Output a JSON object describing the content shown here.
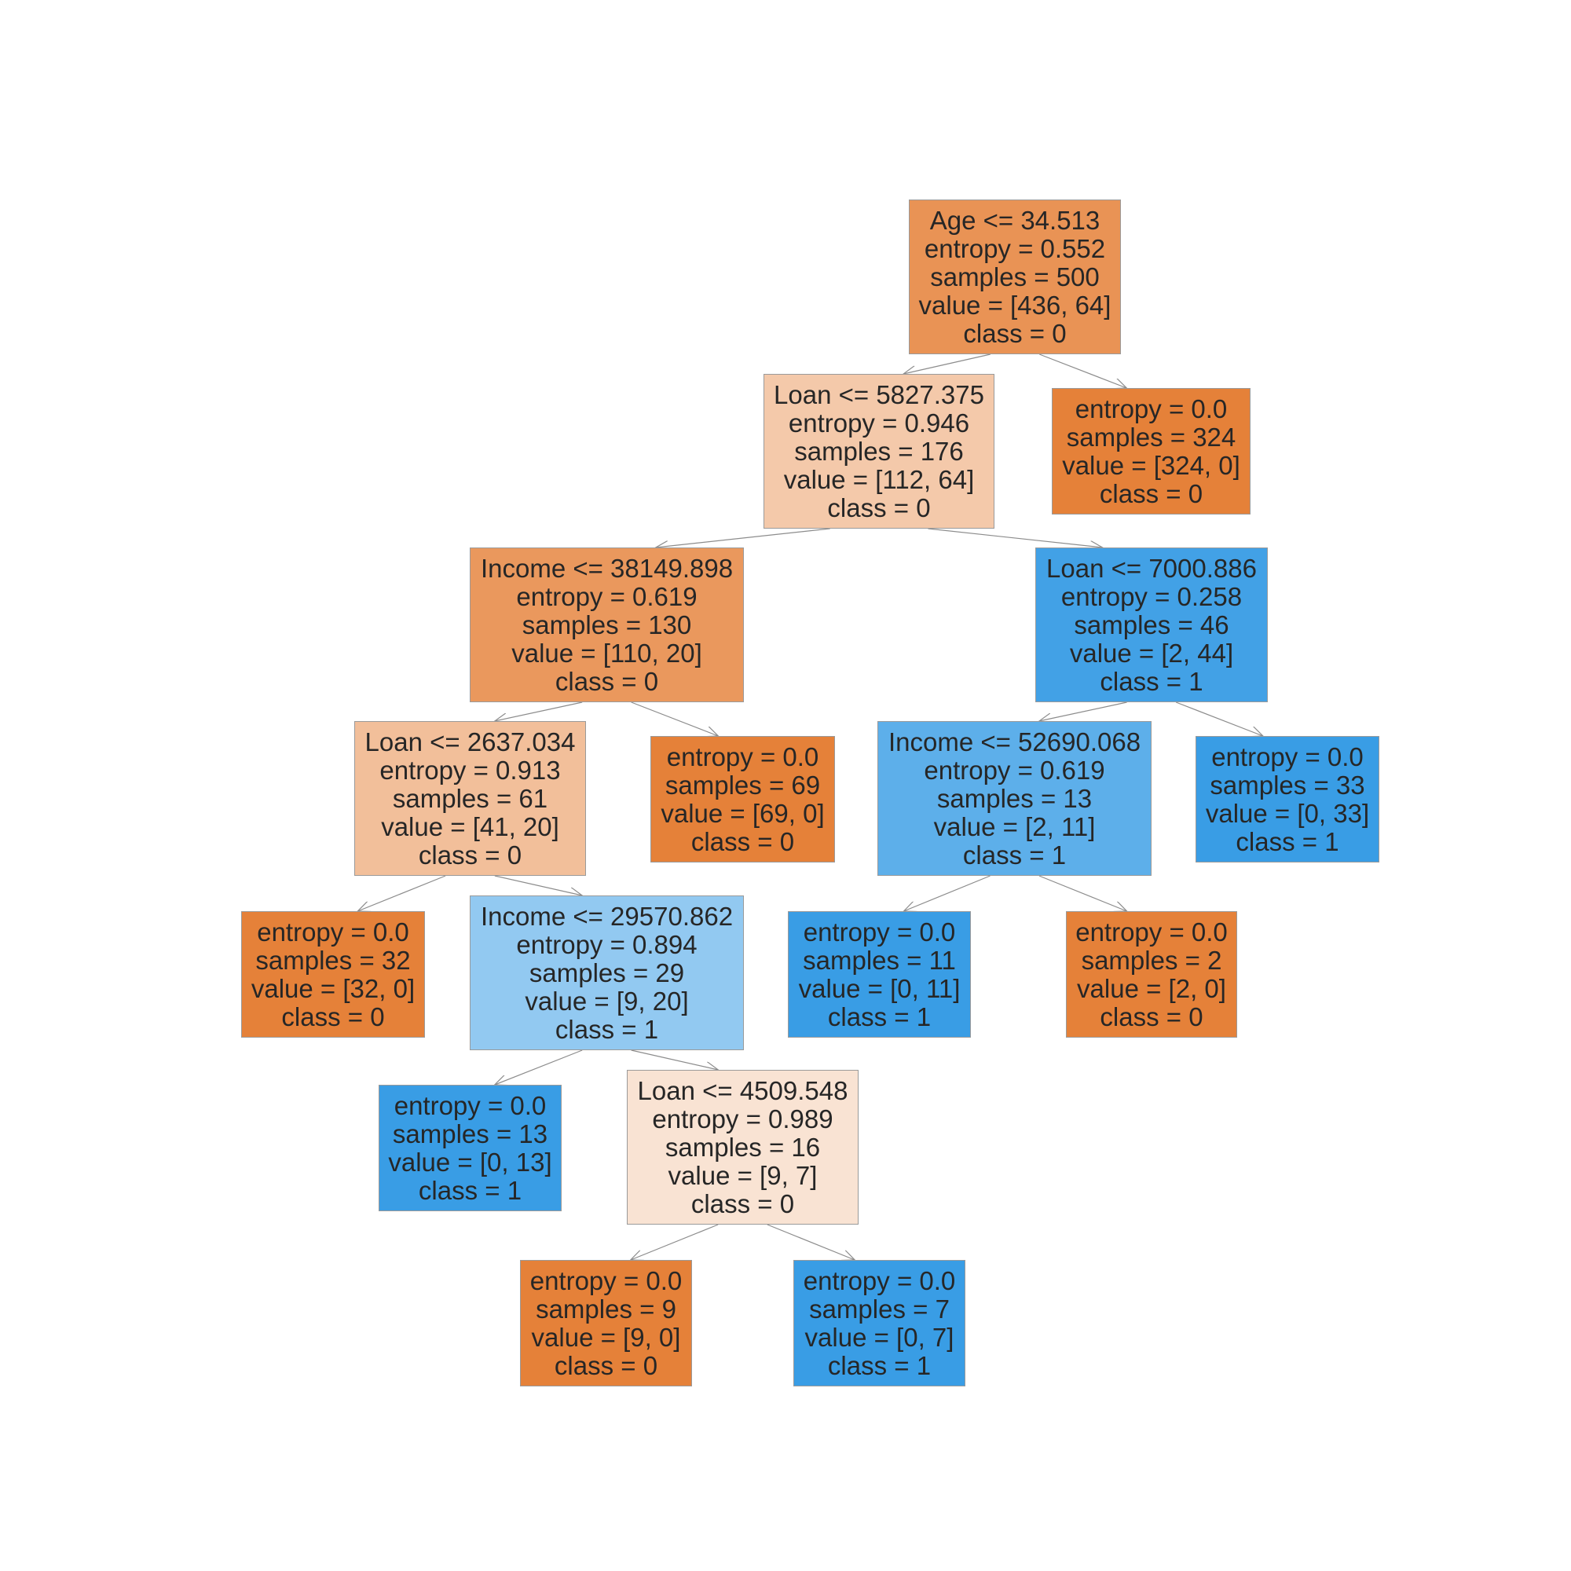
{
  "nodes": [
    {
      "id": "n0",
      "lines": [
        "Age <= 34.513",
        "entropy = 0.552",
        "samples = 500",
        "value = [436, 64]",
        "class = 0"
      ],
      "color": "#e99355"
    },
    {
      "id": "n1",
      "lines": [
        "Loan <= 5827.375",
        "entropy = 0.946",
        "samples = 176",
        "value = [112, 64]",
        "class = 0"
      ],
      "color": "#f4c9aa"
    },
    {
      "id": "n2",
      "lines": [
        "entropy = 0.0",
        "samples = 324",
        "value = [324, 0]",
        "class = 0"
      ],
      "color": "#e58139"
    },
    {
      "id": "n3",
      "lines": [
        "Income <= 38149.898",
        "entropy = 0.619",
        "samples = 130",
        "value = [110, 20]",
        "class = 0"
      ],
      "color": "#ea985d"
    },
    {
      "id": "n4",
      "lines": [
        "Loan <= 7000.886",
        "entropy = 0.258",
        "samples = 46",
        "value = [2, 44]",
        "class = 1"
      ],
      "color": "#42a1e6"
    },
    {
      "id": "n5",
      "lines": [
        "Loan <= 2637.034",
        "entropy = 0.913",
        "samples = 61",
        "value = [41, 20]",
        "class = 0"
      ],
      "color": "#f2bf9a"
    },
    {
      "id": "n6",
      "lines": [
        "entropy = 0.0",
        "samples = 69",
        "value = [69, 0]",
        "class = 0"
      ],
      "color": "#e58139"
    },
    {
      "id": "n7",
      "lines": [
        "Income <= 52690.068",
        "entropy = 0.619",
        "samples = 13",
        "value = [2, 11]",
        "class = 1"
      ],
      "color": "#5dafea"
    },
    {
      "id": "n8",
      "lines": [
        "entropy = 0.0",
        "samples = 33",
        "value = [0, 33]",
        "class = 1"
      ],
      "color": "#399de5"
    },
    {
      "id": "n9",
      "lines": [
        "entropy = 0.0",
        "samples = 32",
        "value = [32, 0]",
        "class = 0"
      ],
      "color": "#e58139"
    },
    {
      "id": "n10",
      "lines": [
        "Income <= 29570.862",
        "entropy = 0.894",
        "samples = 29",
        "value = [9, 20]",
        "class = 1"
      ],
      "color": "#92c9f1"
    },
    {
      "id": "n11",
      "lines": [
        "entropy = 0.0",
        "samples = 11",
        "value = [0, 11]",
        "class = 1"
      ],
      "color": "#399de5"
    },
    {
      "id": "n12",
      "lines": [
        "entropy = 0.0",
        "samples = 2",
        "value = [2, 0]",
        "class = 0"
      ],
      "color": "#e58139"
    },
    {
      "id": "n13",
      "lines": [
        "entropy = 0.0",
        "samples = 13",
        "value = [0, 13]",
        "class = 1"
      ],
      "color": "#399de5"
    },
    {
      "id": "n14",
      "lines": [
        "Loan <= 4509.548",
        "entropy = 0.989",
        "samples = 16",
        "value = [9, 7]",
        "class = 0"
      ],
      "color": "#f9e3d3"
    },
    {
      "id": "n15",
      "lines": [
        "entropy = 0.0",
        "samples = 9",
        "value = [9, 0]",
        "class = 0"
      ],
      "color": "#e58139"
    },
    {
      "id": "n16",
      "lines": [
        "entropy = 0.0",
        "samples = 7",
        "value = [0, 7]",
        "class = 1"
      ],
      "color": "#399de5"
    }
  ],
  "edges": [
    [
      "n0",
      "n1"
    ],
    [
      "n0",
      "n2"
    ],
    [
      "n1",
      "n3"
    ],
    [
      "n1",
      "n4"
    ],
    [
      "n3",
      "n5"
    ],
    [
      "n3",
      "n6"
    ],
    [
      "n4",
      "n7"
    ],
    [
      "n4",
      "n8"
    ],
    [
      "n5",
      "n9"
    ],
    [
      "n5",
      "n10"
    ],
    [
      "n7",
      "n11"
    ],
    [
      "n7",
      "n12"
    ],
    [
      "n10",
      "n13"
    ],
    [
      "n10",
      "n14"
    ],
    [
      "n14",
      "n15"
    ],
    [
      "n14",
      "n16"
    ]
  ]
}
